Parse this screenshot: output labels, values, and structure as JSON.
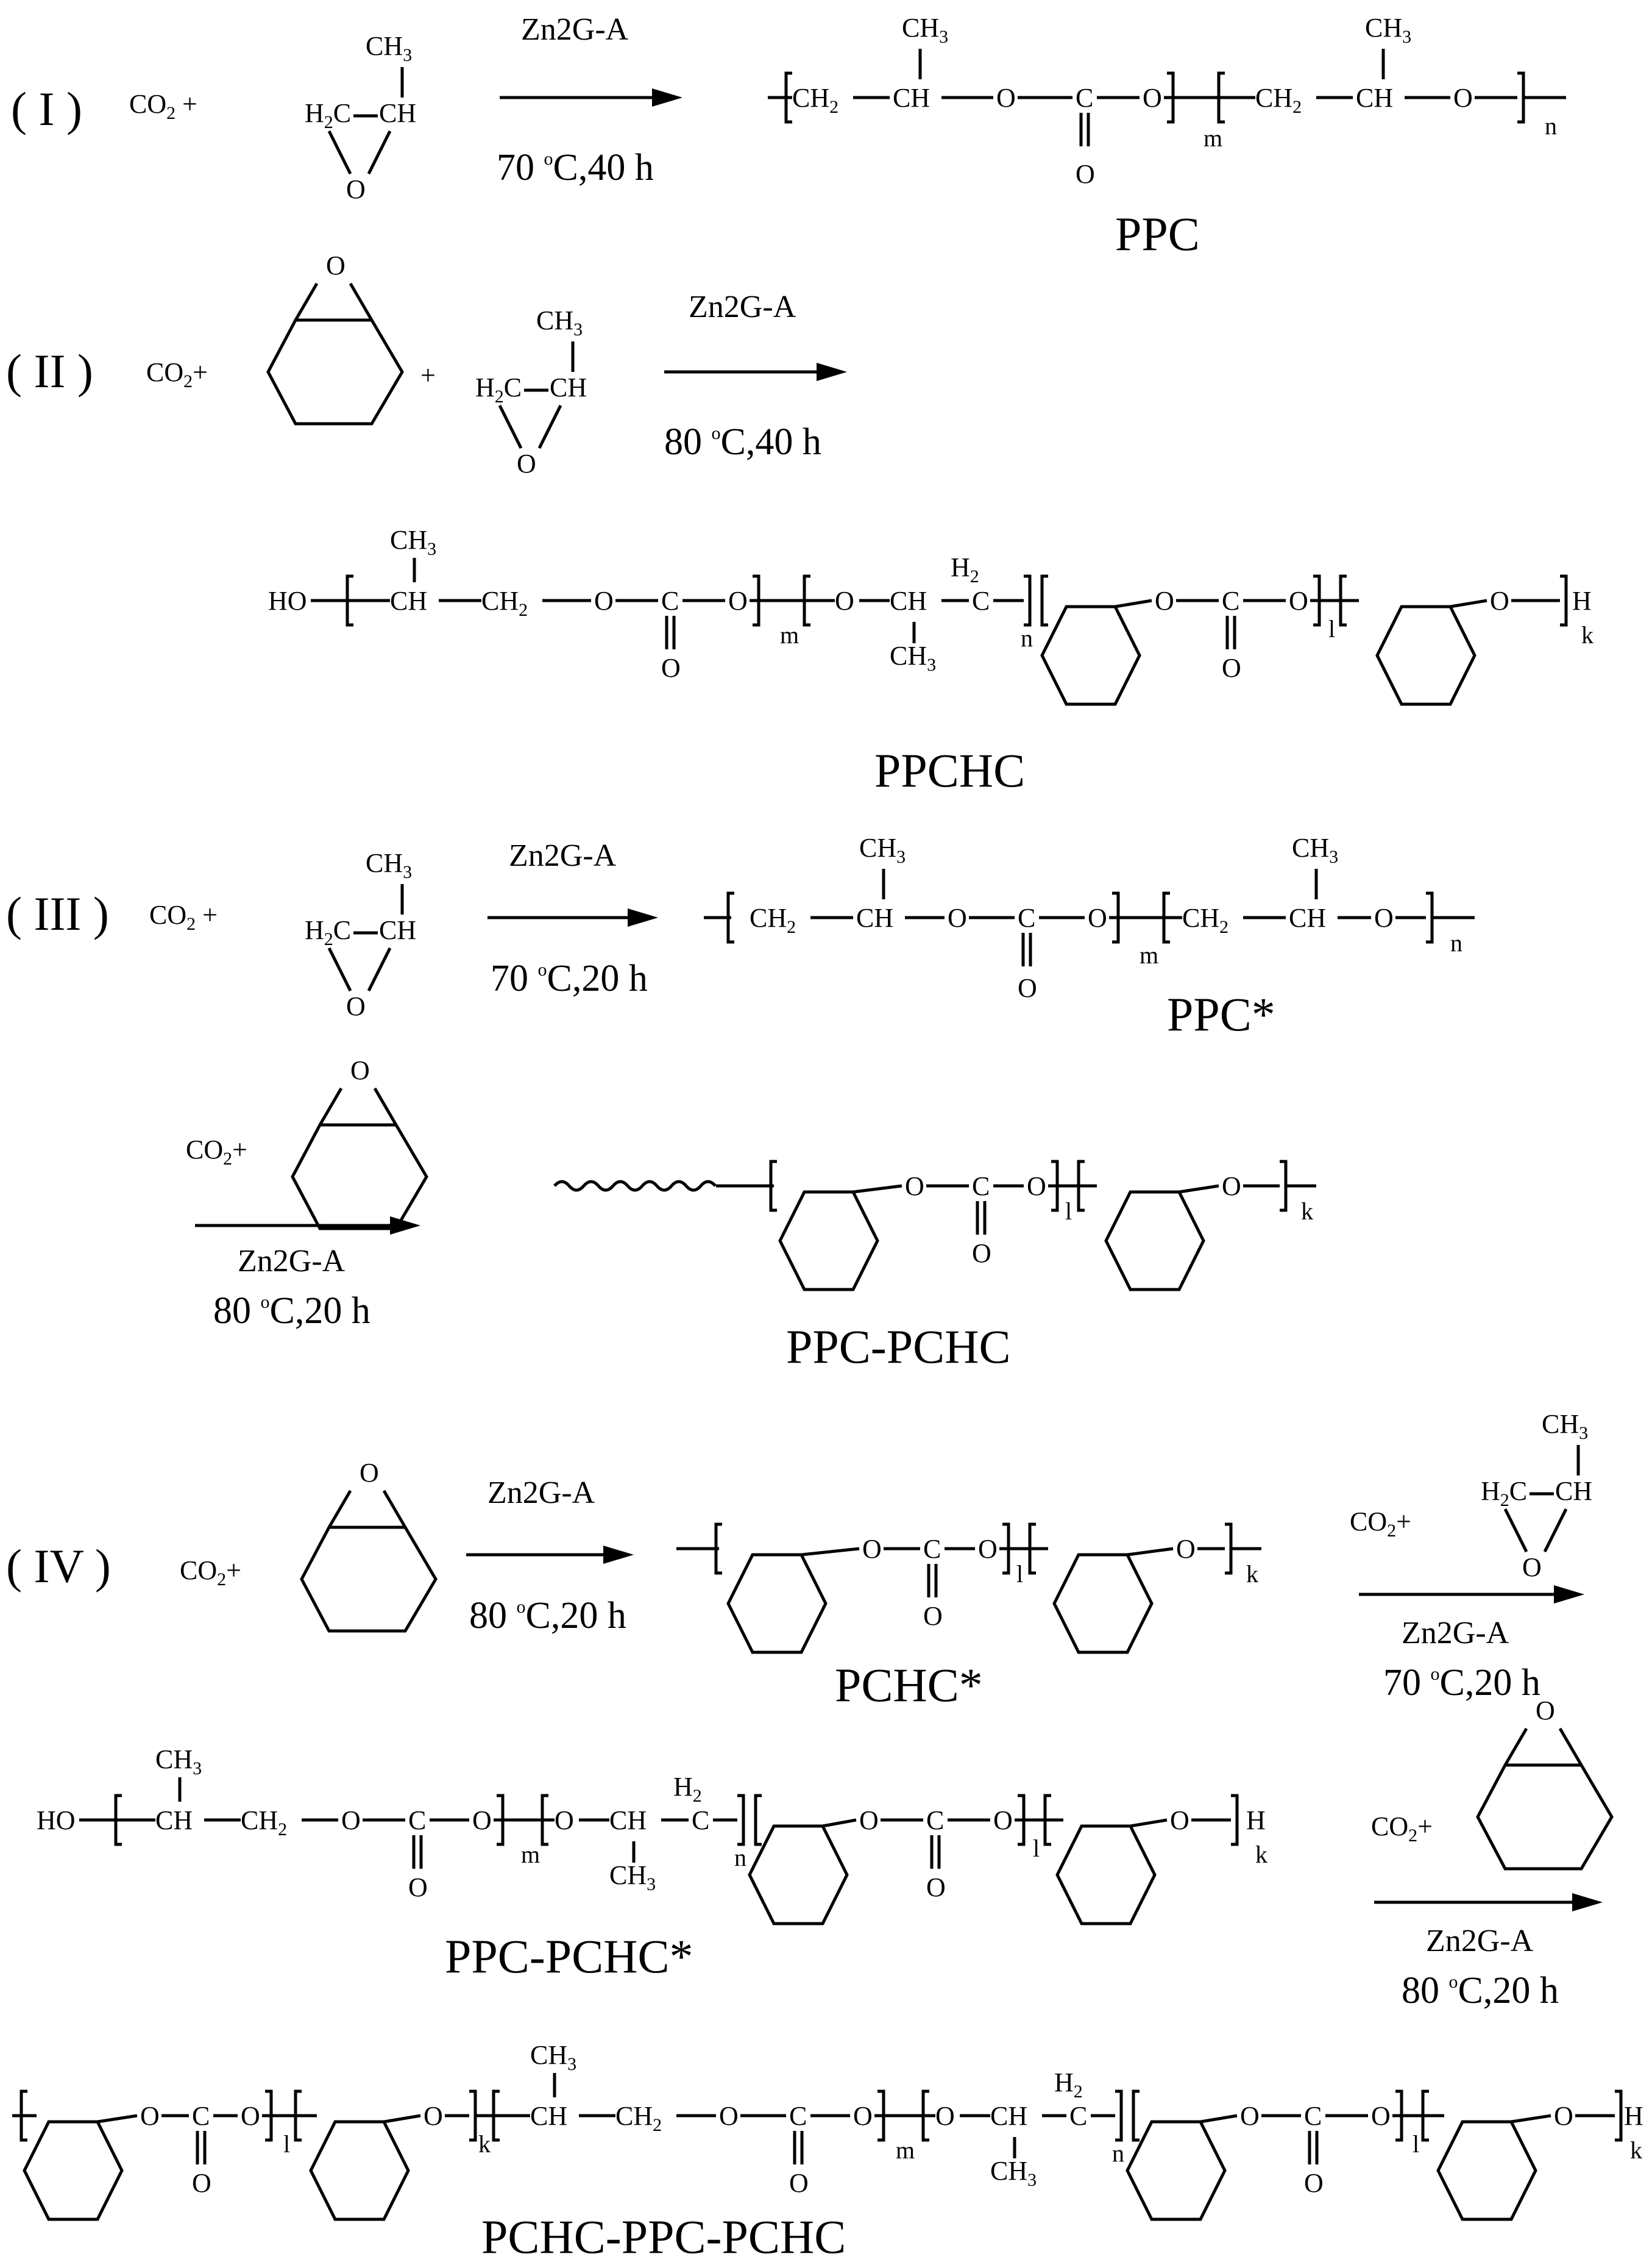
{
  "scheme": {
    "labels": [
      "( I )",
      "( II )",
      "( III )",
      "( IV )"
    ],
    "catalyst": "Zn2G-A",
    "conditions": {
      "c70_40": "70 °C,40 h",
      "c80_40": "80 °C,40 h",
      "c70_20": "70 °C,20 h",
      "c80_20": "80 °C,20 h"
    },
    "products": [
      "PPC",
      "PPCHC",
      "PPC*",
      "PPC-PCHC",
      "PCHC*",
      "PPC-PCHC*",
      "PCHC-PPC-PCHC"
    ],
    "reagents": {
      "co2": "CO",
      "co2_sub": "2",
      "plus": "+",
      "ch3": "CH",
      "ch3_sub": "3",
      "h2c": "H",
      "h2c_sub": "2",
      "h2c_c": "C",
      "ch": "CH",
      "o": "O",
      "ch2": "CH",
      "c": "C",
      "ho": "HO",
      "h": "H",
      "h2": "H",
      "two": "2"
    },
    "indices": {
      "m": "m",
      "n": "n",
      "k": "k",
      "l": "l"
    },
    "superscript_o": "o"
  }
}
